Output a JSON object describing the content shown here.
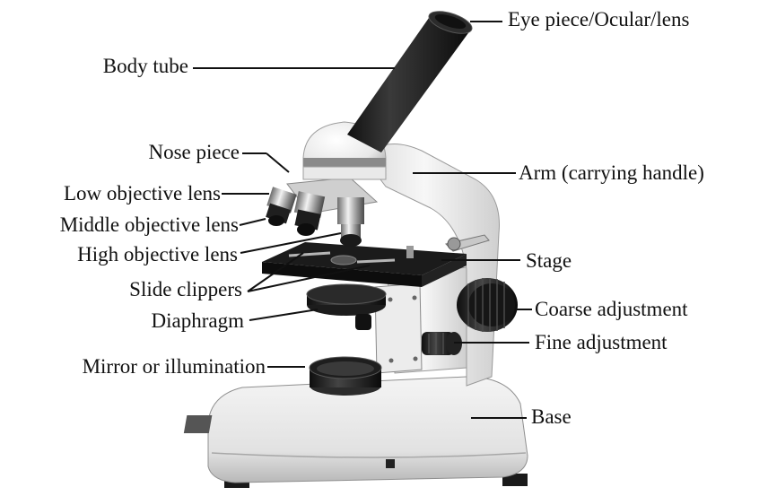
{
  "labels": {
    "eye_piece": "Eye piece/Ocular/lens",
    "body_tube": "Body tube",
    "nose_piece": "Nose piece",
    "arm": "Arm (carrying handle)",
    "low_objective": "Low objective lens",
    "middle_objective": "Middle objective lens",
    "high_objective": "High objective lens",
    "stage": "Stage",
    "slide_clippers": "Slide clippers",
    "coarse_adjustment": "Coarse adjustment",
    "diaphragm": "Diaphragm",
    "fine_adjustment": "Fine adjustment",
    "mirror": "Mirror or illumination",
    "base": "Base"
  }
}
